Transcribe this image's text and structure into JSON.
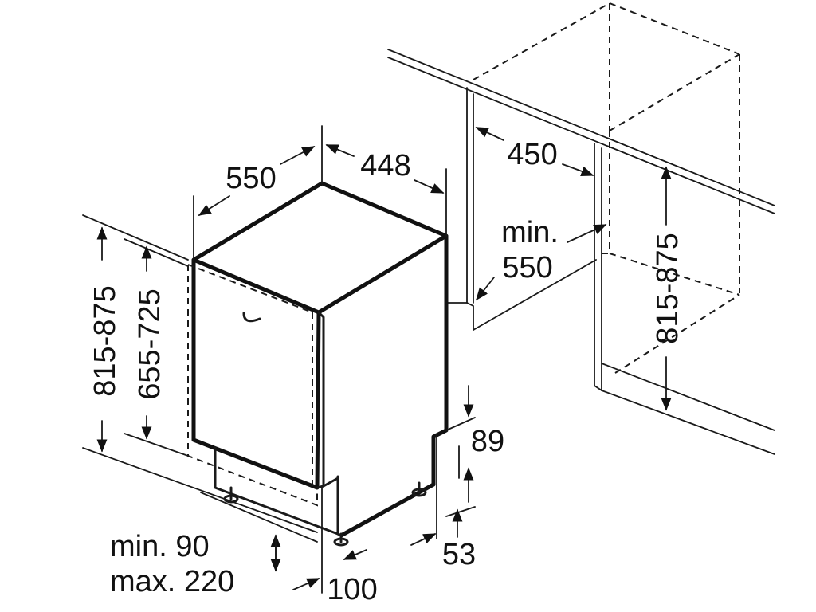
{
  "dimensions": {
    "depth": "550",
    "width": "448",
    "niche_width": "450",
    "niche_depth_min_label": "min.",
    "niche_depth_min_value": "550",
    "niche_height": "815-875",
    "appliance_height": "815-875",
    "door_height": "655-725",
    "plinth_upper": "89",
    "plinth_lower": "53",
    "door_gap_min": "min. 90",
    "door_gap_max": "max. 220",
    "foot_offset": "100"
  }
}
